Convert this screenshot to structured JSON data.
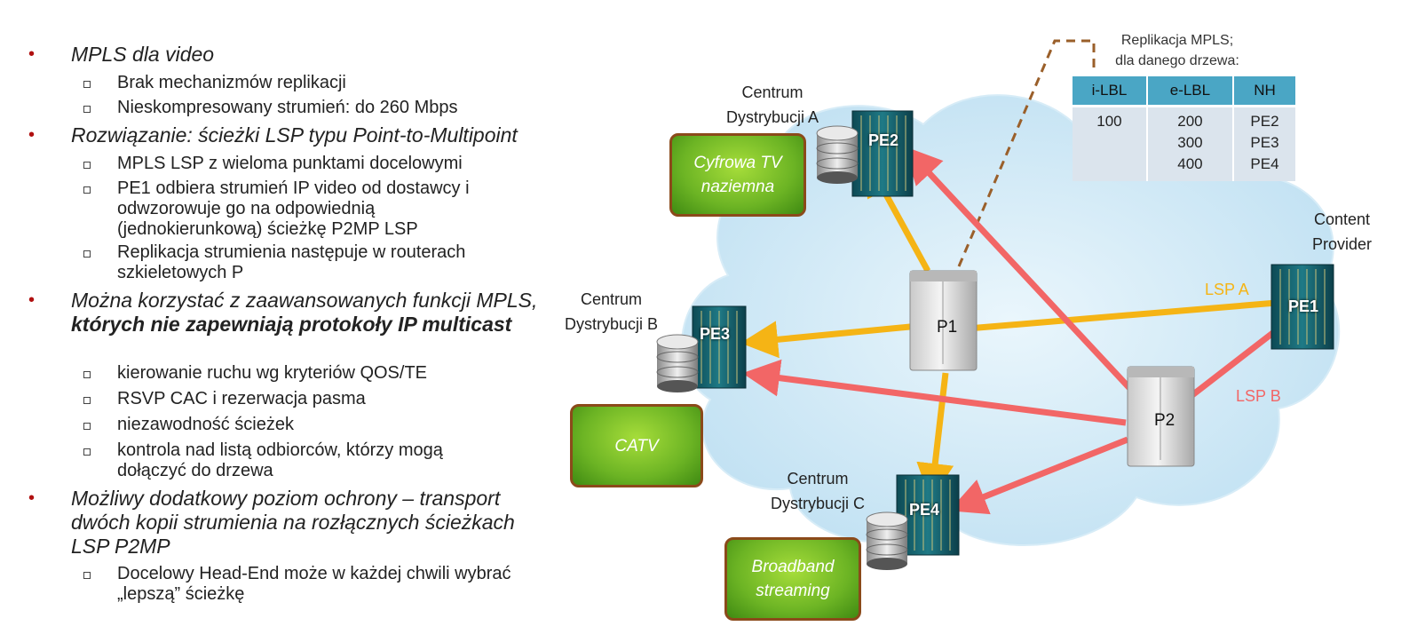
{
  "bullets": [
    {
      "text": "MPLS dla video",
      "sub": [
        "Brak mechanizmów replikacji",
        "Nieskompresowany strumień: do 260 Mbps"
      ]
    },
    {
      "text": "Rozwiązanie: ścieżki LSP typu Point-to-Multipoint",
      "sub": [
        "MPLS LSP z wieloma punktami docelowymi",
        "PE1 odbiera strumień IP video od dostawcy i odwzorowuje go na odpowiednią (jednokierunkową) ścieżkę P2MP LSP",
        "Replikacja strumienia następuje w routerach szkieletowych P"
      ]
    },
    {
      "text": "Można korzystać z zaawansowanych funkcji MPLS, ",
      "text_bold": "których nie zapewniają protokoły IP multicast",
      "sub": [
        "kierowanie ruchu wg kryteriów QOS/TE",
        "RSVP CAC i rezerwacja pasma",
        "niezawodność ścieżek",
        "kontrola nad listą odbiorców, którzy mogą dołączyć do drzewa"
      ]
    },
    {
      "text": "Możliwy dodatkowy poziom ochrony – transport dwóch kopii strumienia na rozłącznych ścieżkach LSP P2MP",
      "sub": [
        "Docelowy Head-End może w każdej chwili wybrać „lepszą” ścieżkę"
      ]
    }
  ],
  "diagram": {
    "nodes": {
      "pe1": "PE1",
      "pe2": "PE2",
      "pe3": "PE3",
      "pe4": "PE4",
      "p1": "P1",
      "p2": "P2"
    },
    "site_labels": {
      "a_line1": "Centrum",
      "a_line2": "Dystrybucji A",
      "b_line1": "Centrum",
      "b_line2": "Dystrybucji B",
      "c_line1": "Centrum",
      "c_line2": "Dystrybucji C",
      "cp_line1": "Content",
      "cp_line2": "Provider"
    },
    "services": {
      "tv_line1": "Cyfrowa TV",
      "tv_line2": "naziemna",
      "catv": "CATV",
      "bb_line1": "Broadband",
      "bb_line2": "streaming"
    },
    "lsp_a": "LSP A",
    "lsp_b": "LSP B",
    "colors": {
      "lsp_a": "#f5b415",
      "lsp_b": "#f26666",
      "cloud": "#cfe8f5",
      "table_header": "#4aa6c5"
    },
    "replication": {
      "title_line1": "Replikacja MPLS;",
      "title_line2": "dla danego drzewa:",
      "headers": [
        "i-LBL",
        "e-LBL",
        "NH"
      ],
      "i_lbl": "100",
      "e_lbl": [
        "200",
        "300",
        "400"
      ],
      "nh": [
        "PE2",
        "PE3",
        "PE4"
      ]
    }
  }
}
